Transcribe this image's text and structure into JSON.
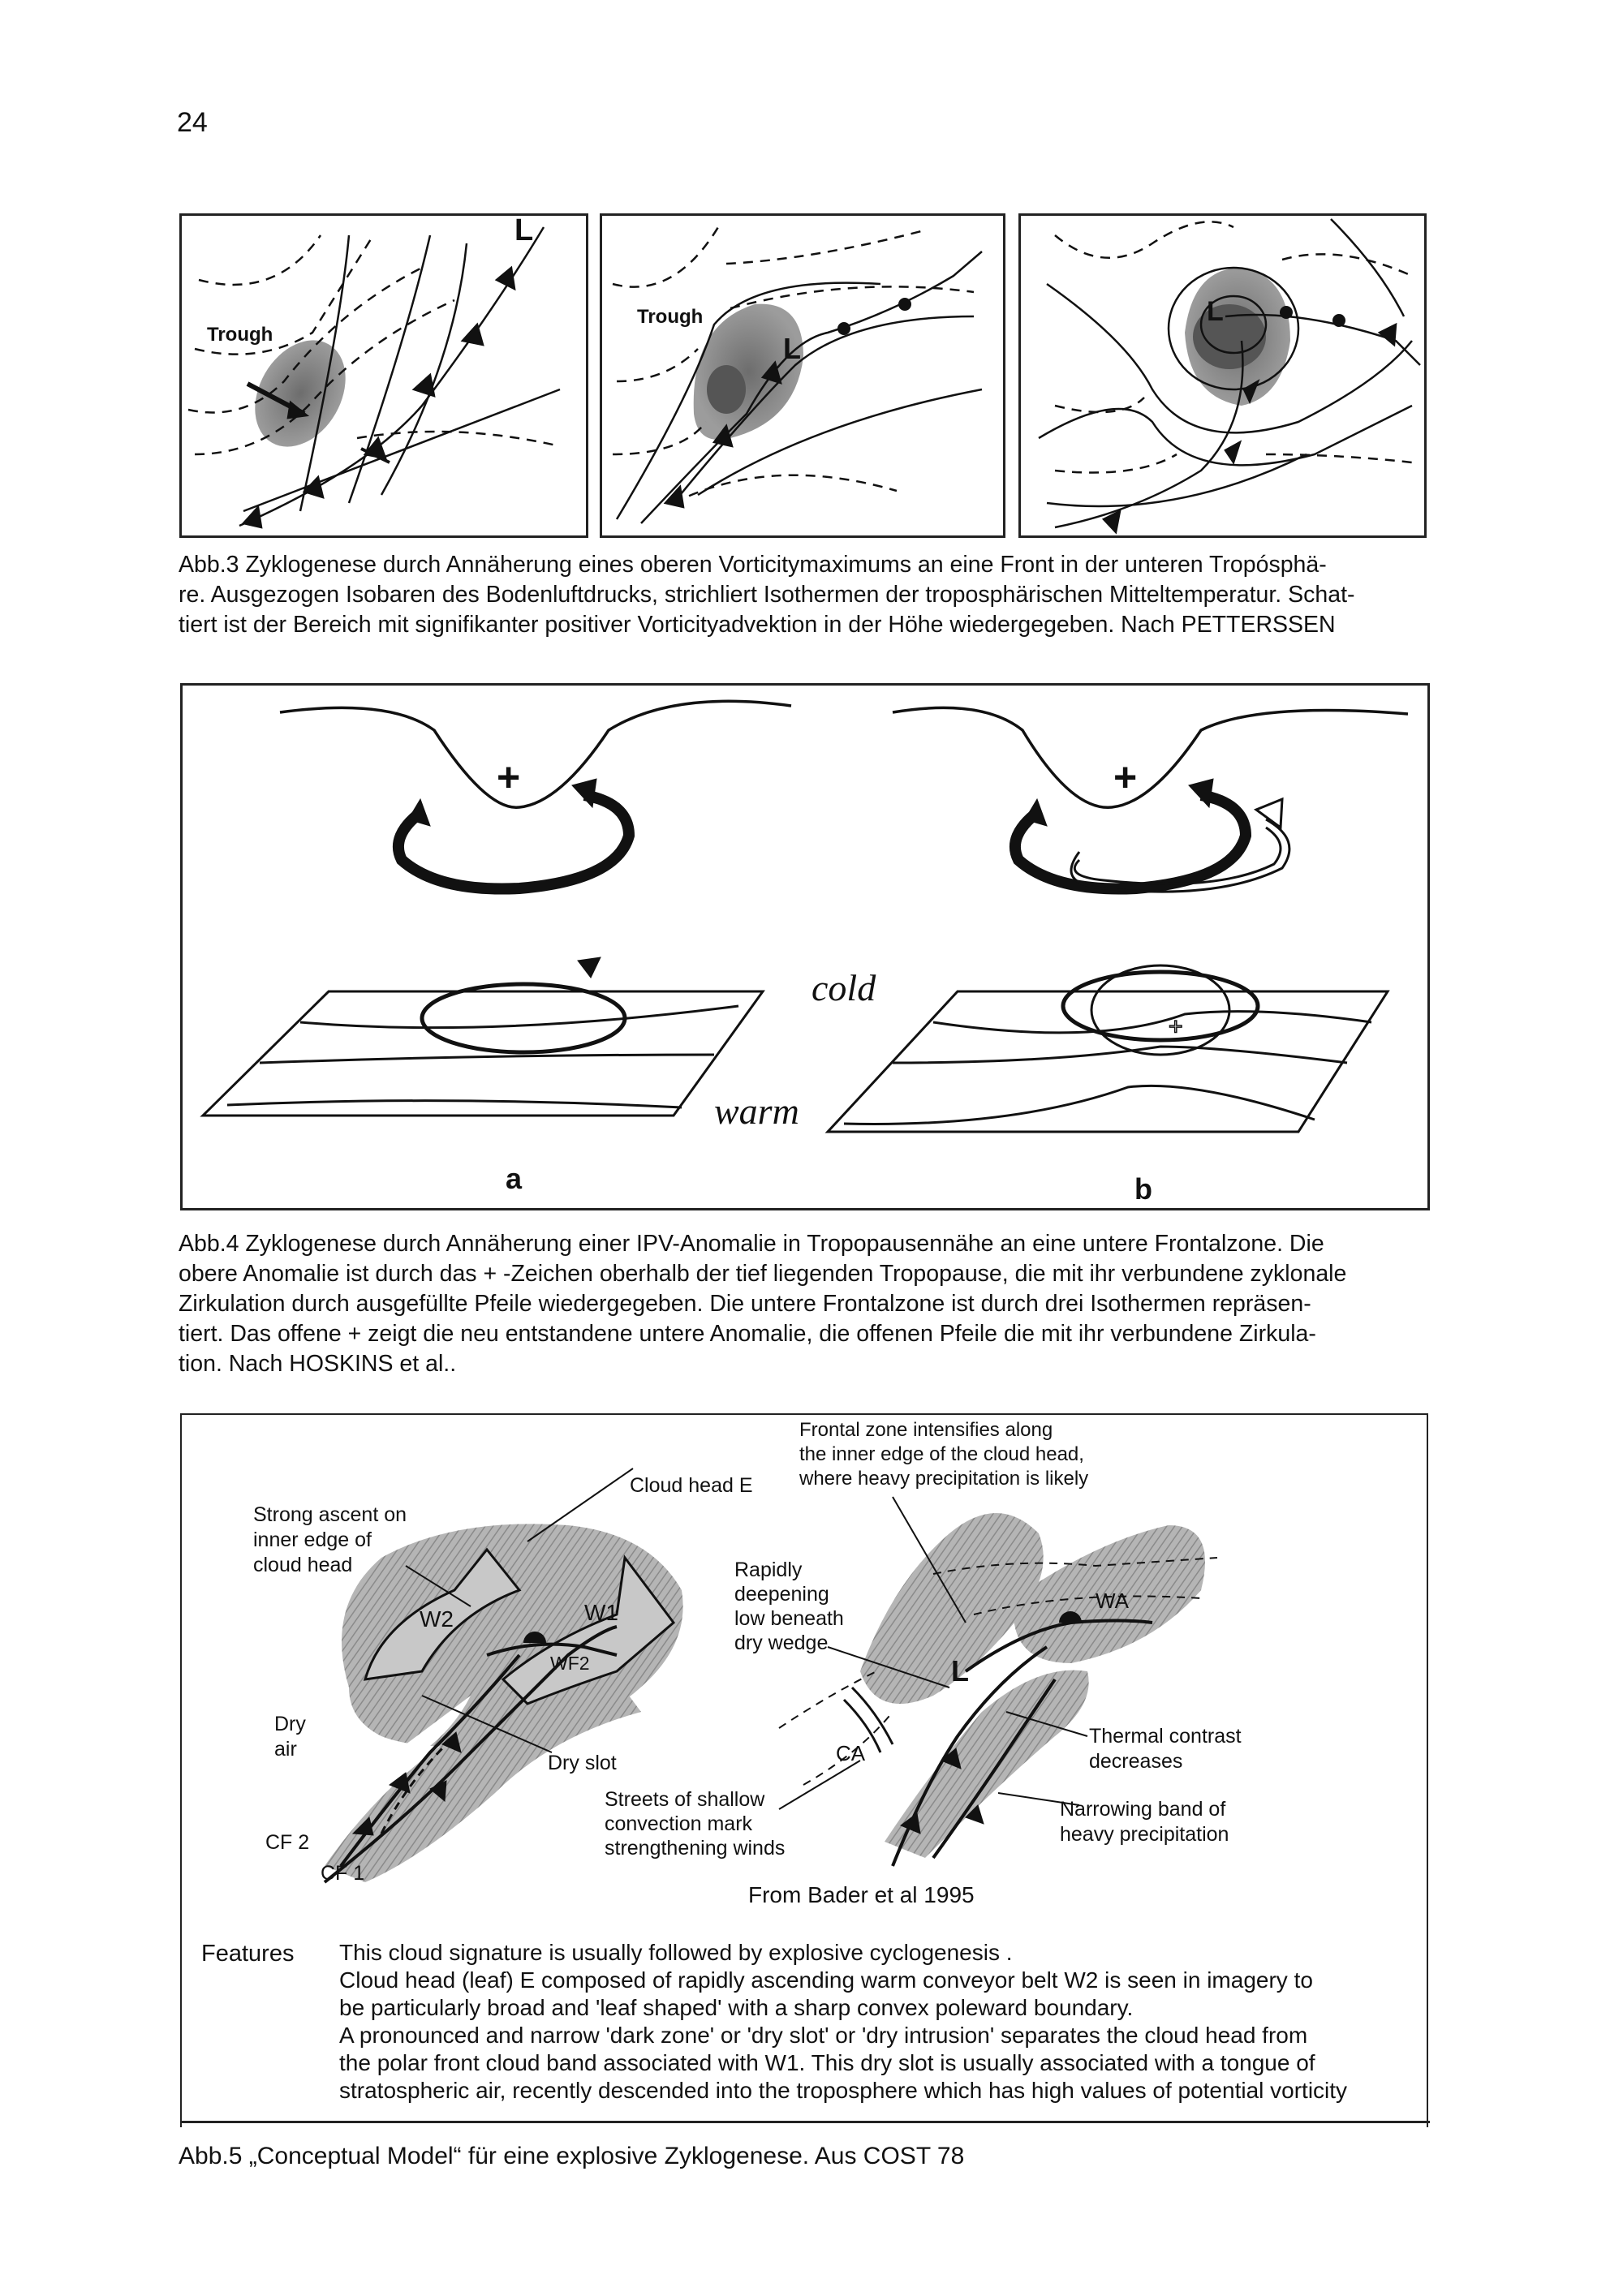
{
  "page_number": "24",
  "fig3": {
    "trough_labels": [
      "Trough",
      "Trough"
    ],
    "low_labels": [
      "L",
      "L",
      "L"
    ],
    "caption": [
      "Abb.3 Zyklogenese durch Annäherung eines oberen Vorticitymaximums an eine Front in der unteren Tropósphä-",
      "re. Ausgezogen Isobaren des Bodenluftdrucks, strichliert Isothermen der troposphärischen Mitteltemperatur. Schat-",
      "tiert ist der Bereich mit signifikanter positiver Vorticityadvektion in der Höhe wiedergegeben. Nach PETTERSSEN"
    ]
  },
  "fig4": {
    "plus_a": "+",
    "plus_b": "+",
    "cold_label": "cold",
    "warm_label": "warm",
    "panel_a": "a",
    "panel_b": "b",
    "caption": [
      "Abb.4 Zyklogenese durch Annäherung einer IPV-Anomalie in Tropopausennähe an eine untere Frontalzone. Die",
      "obere Anomalie ist durch das + -Zeichen oberhalb der tief liegenden Tropopause, die mit ihr verbundene zyklonale",
      "Zirkulation durch ausgefüllte Pfeile wiedergegeben. Die untere Frontalzone ist durch drei Isothermen repräsen-",
      "tiert. Das offene + zeigt die neu entstandene untere Anomalie, die offenen Pfeile die mit ihr verbundene Zirkula-",
      "tion. Nach HOSKINS et al.."
    ]
  },
  "fig5": {
    "strong_ascent": [
      "Strong ascent on",
      "inner edge of",
      "cloud head"
    ],
    "cloud_head_e": "Cloud head E",
    "frontal_zone": [
      "Frontal zone intensifies along",
      "the inner edge of the cloud head,",
      "where heavy precipitation is likely"
    ],
    "w2": "W2",
    "w1": "W1",
    "wf2": "WF2",
    "dry_air": [
      "Dry",
      "air"
    ],
    "dry_slot": "Dry slot",
    "cf2": "CF 2",
    "cf1": "CF 1",
    "rapidly_deepening": [
      "Rapidly",
      "deepening",
      "low beneath",
      "dry wedge"
    ],
    "l_label": "L",
    "wa": "WA",
    "ca": "CA",
    "thermal_contrast": [
      "Thermal contrast",
      "decreases"
    ],
    "narrowing_band": [
      "Narrowing band of",
      "heavy precipitation"
    ],
    "streets": [
      "Streets of shallow",
      "convection mark",
      "strengthening winds"
    ],
    "source": "From Bader et al  1995",
    "features_label": "Features",
    "features": [
      "This cloud signature is usually followed by explosive cyclogenesis .",
      "Cloud head (leaf) E composed of rapidly ascending warm conveyor belt W2 is seen in imagery to",
      "be particularly broad and 'leaf shaped' with a sharp convex poleward boundary.",
      "A pronounced and narrow 'dark zone' or 'dry slot' or 'dry intrusion' separates the cloud head from",
      "the polar front cloud band associated with W1. This dry slot is usually associated with a tongue of",
      "stratospheric air, recently descended into the troposphere which has high values of potential vorticity"
    ],
    "caption": "Abb.5 „Conceptual Model“ für eine explosive Zyklogenese. Aus COST 78"
  },
  "colors": {
    "ink": "#111111",
    "shade": "#8a8a8a",
    "dark_shade": "#555555",
    "cloud": "#a8a8a8"
  }
}
